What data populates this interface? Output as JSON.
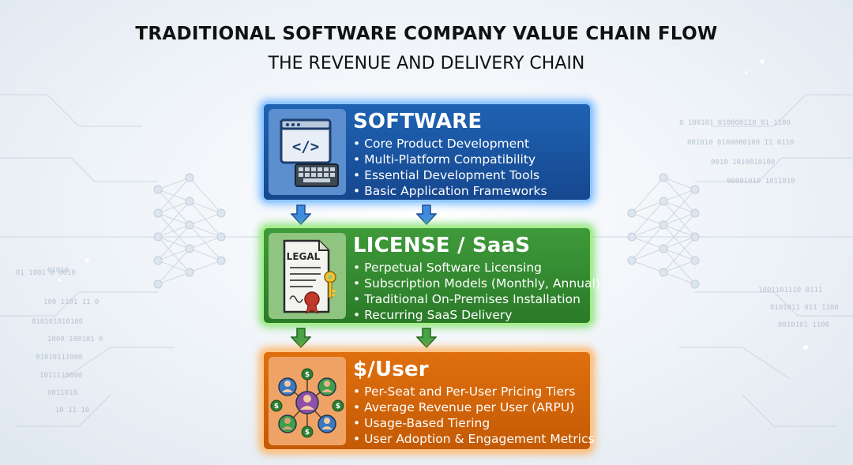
{
  "title": "TRADITIONAL SOFTWARE COMPANY VALUE CHAIN FLOW",
  "subtitle": "THE REVENUE AND DELIVERY CHAIN",
  "stages": [
    {
      "heading": "SOFTWARE",
      "icon": "code-window-keyboard-icon",
      "color": "#1f63b3",
      "bullets": [
        "Core Product Development",
        "Multi-Platform Compatibility",
        "Essential Development Tools",
        "Basic Application Frameworks"
      ]
    },
    {
      "heading": "LICENSE / SaaS",
      "icon": "legal-document-key-icon",
      "icon_label": "LEGAL",
      "color": "#3f9a3a",
      "bullets": [
        "Perpetual Software Licensing",
        "Subscription Models (Monthly, Annual)",
        "Traditional On-Premises Installation",
        "Recurring SaaS Delivery"
      ]
    },
    {
      "heading": "$/User",
      "icon": "users-network-icon",
      "icon_symbol": "$",
      "color": "#e0700e",
      "bullets": [
        "Per-Seat and Per-User Pricing Tiers",
        "Average Revenue per User (ARPU)",
        "Usage-Based Tiering",
        "User Adoption & Engagement Metrics"
      ]
    }
  ],
  "background_texts": [
    "0 100101 010000110 01 1100",
    "001010 0100000100 11 0110",
    "0010 1010010100",
    "00001010 1011010",
    "1001101110 0111",
    "0101011 011 1100",
    "0010101 1100",
    "01010",
    "01 1001 0 0010",
    "100 1101 11 0",
    "010101010100",
    "1000 100101 0",
    "01010111000",
    "1011110000",
    "0011010",
    "10 11 10"
  ]
}
